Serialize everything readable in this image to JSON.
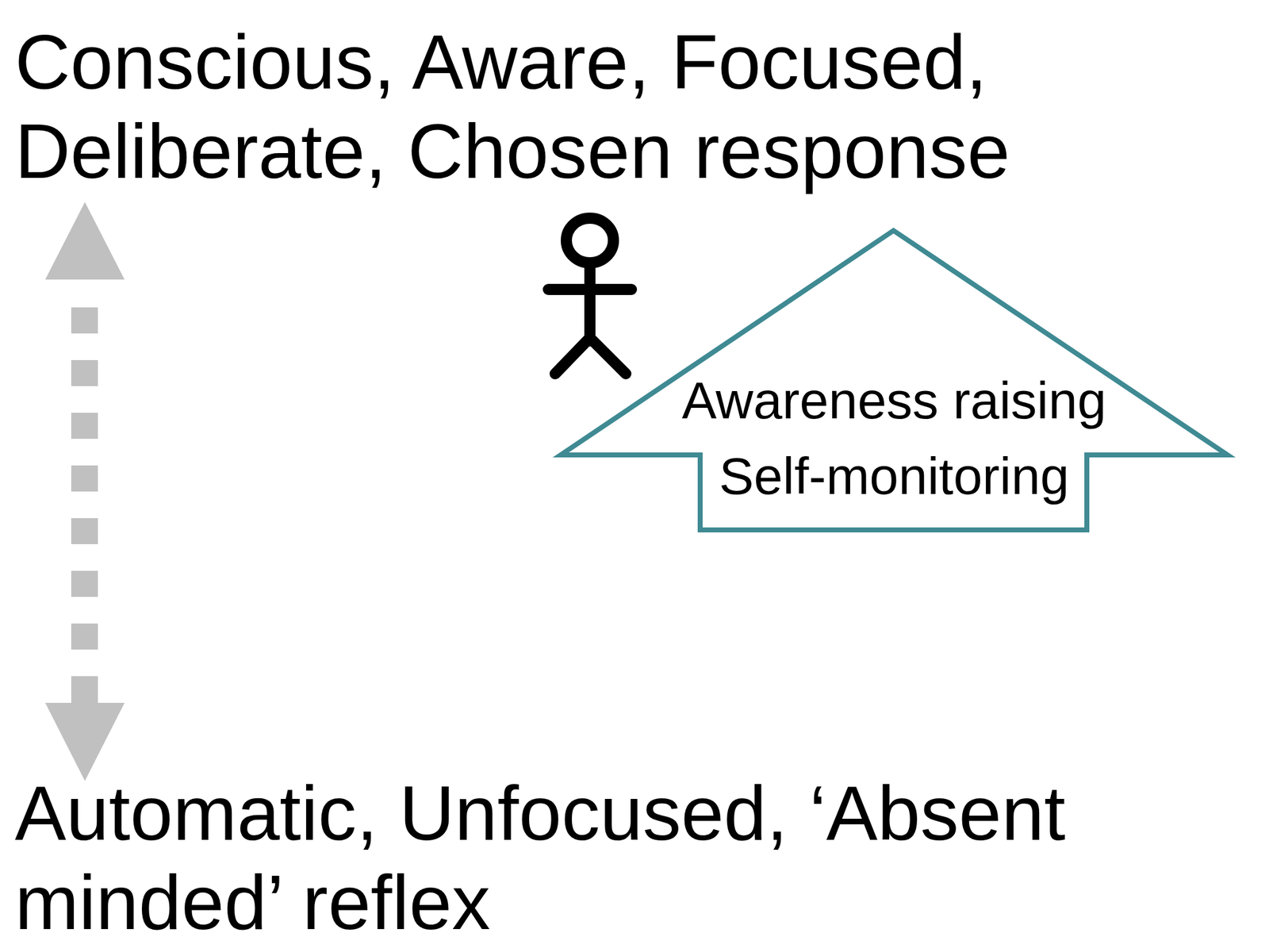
{
  "diagram": {
    "nodes": [
      {
        "text": [
          "Awareness raising",
          "Self-monitoring"
        ]
      }
    ],
    "labels": [
      "Conscious, Aware, Focused, Deliberate, Chosen response",
      "Automatic, Unfocused, ‘Absent minded’ reflex"
    ]
  }
}
